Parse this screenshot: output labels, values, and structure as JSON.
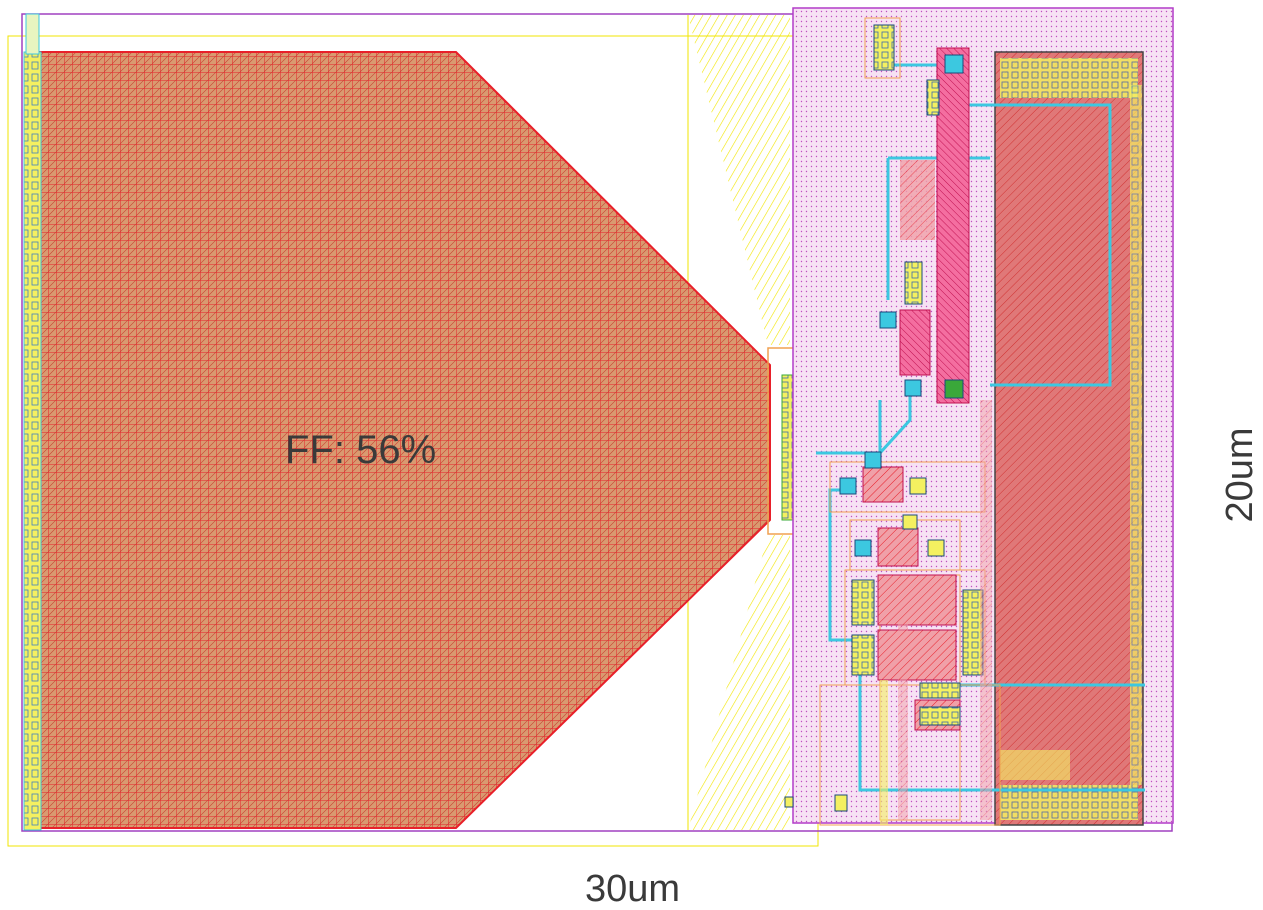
{
  "labels": {
    "fill_factor": "FF: 56%",
    "width_dimension": "30um",
    "height_dimension": "20um"
  },
  "colors": {
    "photodiode_red": "#e8202a",
    "photodiode_fill": "#d9906a",
    "implant_yellow": "#f2e600",
    "nwell_magenta": "#b23cc8",
    "metal_cyan": "#3cc8e0",
    "contact_green": "#3aa83a",
    "poly_pink": "#e83c8c",
    "outline_orange": "#f0a050"
  }
}
